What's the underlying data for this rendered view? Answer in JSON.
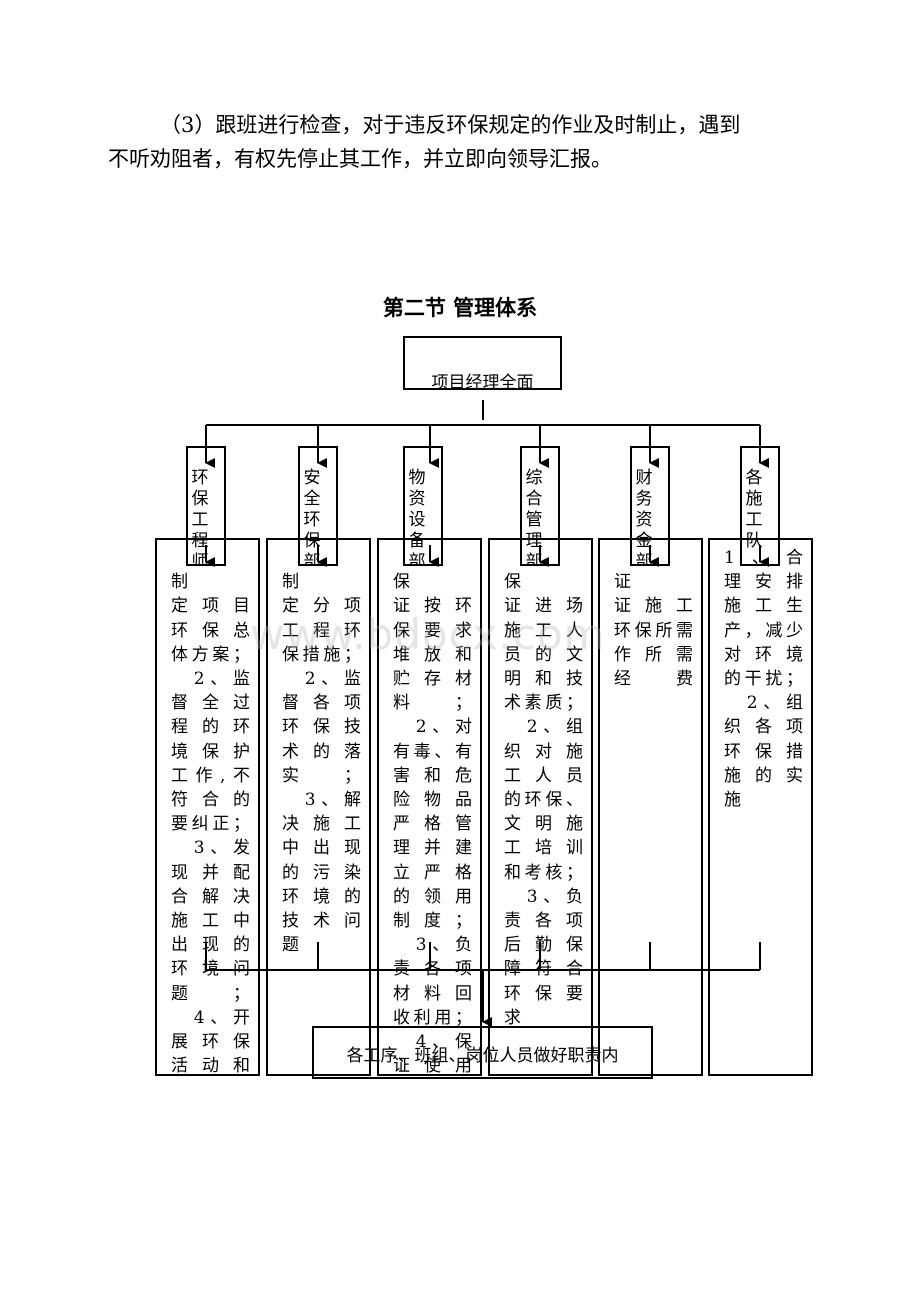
{
  "paragraph": {
    "line1": "（3）跟班进行检查，对于违反环保规定的作业及时制止，遇到",
    "line2": "不听劝阻者，有权先停止其工作，并立即向领导汇报。"
  },
  "section_title": "第二节 管理体系",
  "diagram": {
    "top_node": "项目经理全面",
    "departments": [
      {
        "label": "环保工程师",
        "chars": [
          "环",
          "保",
          "工",
          "程",
          "师"
        ],
        "duties": [
          "定项目",
          "环保总",
          "体方案；",
          "　2、监",
          "督全过",
          "程的环",
          "境保护",
          "工作,不",
          "符合的",
          "要纠正；",
          "　3、发",
          "现并配",
          "合解决",
          "施工中",
          "出现的",
          "环境问",
          "题；",
          "　4、开",
          "展环保",
          "活动和"
        ]
      },
      {
        "label": "安全环保部",
        "chars": [
          "安",
          "全",
          "环",
          "保",
          "部"
        ],
        "duties": [
          "定分项",
          "工程环",
          "保措施；",
          "　2、监",
          "督各项",
          "环保技",
          "术的落",
          "实；",
          "　3、解",
          "决施工",
          "中出现",
          "的污染",
          "环境的",
          "技术问",
          "题"
        ]
      },
      {
        "label": "物资设备部",
        "chars": [
          "物",
          "资",
          "设",
          "备",
          "部"
        ],
        "duties": [
          "证按环",
          "保要求",
          "堆放和",
          "贮存材",
          "料；",
          "　2、对",
          "有毒、有",
          "害和危",
          "险物品",
          "严格管",
          "理并建",
          "立严格",
          "的领用",
          "制度；",
          "　3、负",
          "责各项",
          "材料回",
          "收利用；",
          "　4、保",
          "证使用"
        ]
      },
      {
        "label": "综合管理部",
        "chars": [
          "综",
          "合",
          "管",
          "理",
          "部"
        ],
        "duties": [
          "证进场",
          "施工人",
          "员的文",
          "明和技",
          "术素质；",
          "　2、组",
          "织对施",
          "工人员",
          "的环保、",
          "文明施",
          "工培训",
          "和考核；",
          "　3、负",
          "责各项",
          "后勤保",
          "障符合",
          "环保要",
          "求"
        ]
      },
      {
        "label": "财务资金部",
        "chars": [
          "财",
          "务",
          "资",
          "金",
          "部"
        ],
        "duties": [
          "证施工",
          "环保所需",
          "作所需",
          "经费"
        ]
      },
      {
        "label": "各施工队",
        "chars": [
          "各",
          "施",
          "工",
          "队"
        ],
        "duties": [
          "1、合",
          "理安排",
          "施工生",
          "产，减少",
          "对环境",
          "的干扰；",
          "　2、组",
          "织各项",
          "环保措",
          "施的实",
          "施"
        ]
      }
    ],
    "bottom_node": "各工序、班组、岗位人员做好职责内"
  },
  "watermark": "www.bdocx.com"
}
